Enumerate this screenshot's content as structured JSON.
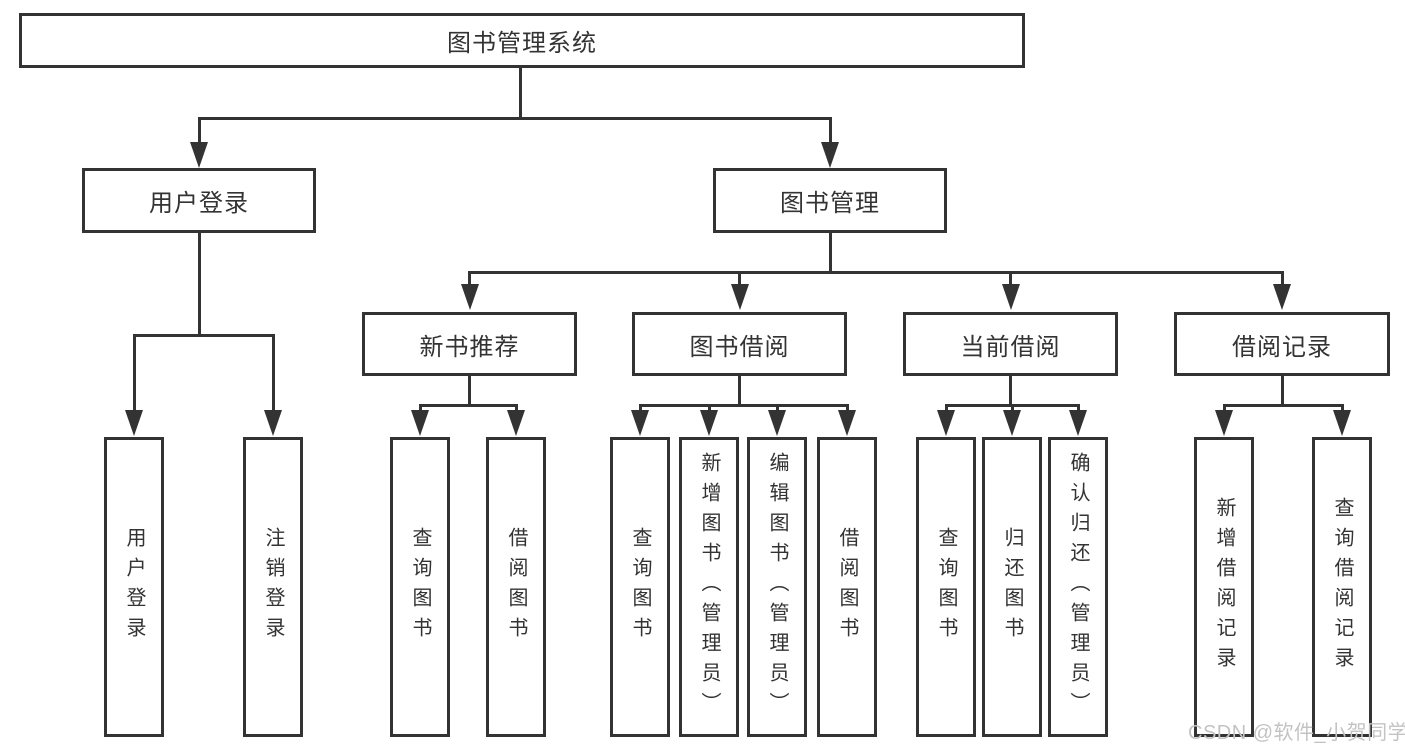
{
  "diagram_title": "图书管理系统",
  "colors": {
    "line": "#333333",
    "text": "#333333",
    "background": "#ffffff",
    "watermark": "#c3c3c3"
  },
  "watermark": {
    "text": "CSDN @软件_小贺同学"
  },
  "nodes": {
    "root": "图书管理系统",
    "level2": {
      "user_login": "用户登录",
      "book_mgmt": "图书管理"
    },
    "level3": {
      "new_book_rec": "新书推荐",
      "book_borrow": "图书借阅",
      "current_borrow": "当前借阅",
      "borrow_record": "借阅记录"
    },
    "leaves": {
      "user_login": "用户登录",
      "logout": "注销登录",
      "query_book_rec": "查询图书",
      "borrow_book_rec": "借阅图书",
      "query_book_borrow": "查询图书",
      "add_book_admin": "新增图书（管理员）",
      "edit_book_admin": "编辑图书（管理员）",
      "borrow_book_2": "借阅图书",
      "query_book_current": "查询图书",
      "return_book": "归还图书",
      "confirm_return_admin": "确认归还（管理员）",
      "add_borrow_record": "新增借阅记录",
      "query_borrow_record": "查询借阅记录"
    }
  }
}
